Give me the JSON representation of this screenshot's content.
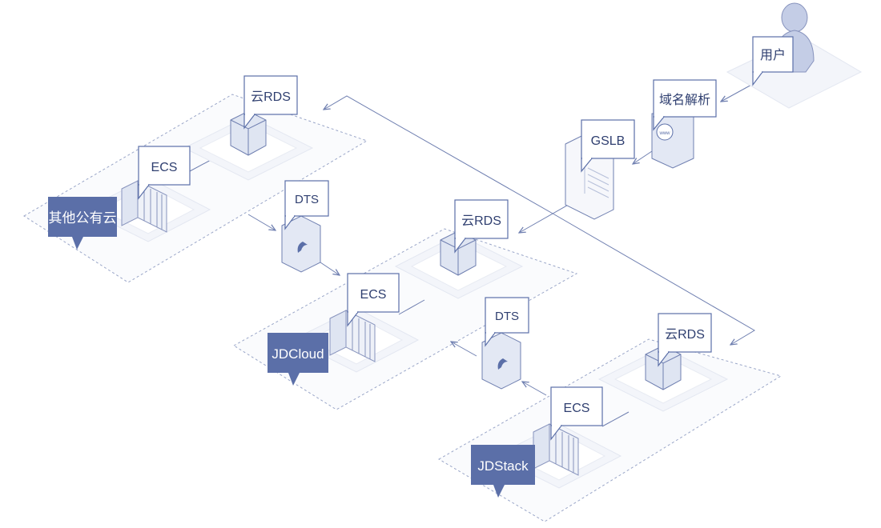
{
  "labels": {
    "user": "用户",
    "dns": "域名解析",
    "gslb": "GSLB",
    "www": "www",
    "rds_other": "云RDS",
    "ecs_other": "ECS",
    "rds_jdcloud": "云RDS",
    "ecs_jdcloud": "ECS",
    "rds_jdstack": "云RDS",
    "ecs_jdstack": "ECS",
    "dts_1": "DTS",
    "dts_2": "DTS"
  },
  "regions": {
    "other_cloud": "其他公有云",
    "jdcloud": "JDCloud",
    "jdstack": "JDStack"
  },
  "colors": {
    "accent": "#5b6fa8",
    "line": "#6f7fb0",
    "dashed_border": "#9aa6c8",
    "platform": "#f3f5fa",
    "icon_fill": "#dfe5f2"
  }
}
